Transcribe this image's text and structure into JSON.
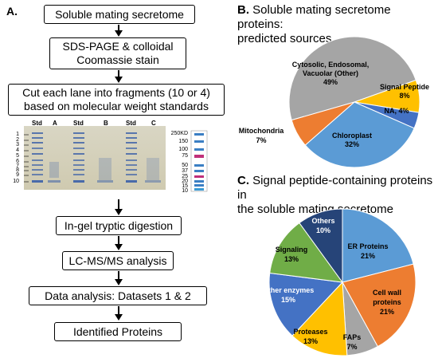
{
  "panelA": {
    "label": "A.",
    "steps": [
      "Soluble mating secretome",
      "SDS-PAGE & colloidal",
      "Coomassie stain",
      "Cut each lane into fragments (10 or 4)",
      "based on molecular weight standards",
      "In-gel tryptic digestion",
      "LC-MS/MS analysis",
      "Data analysis: Datasets 1 & 2",
      "Identified Proteins"
    ],
    "gel": {
      "lanes": [
        "Std",
        "A",
        "Std",
        "B",
        "Std",
        "C"
      ],
      "fragments": [
        "1",
        "2",
        "3",
        "4",
        "5",
        "6",
        "7",
        "8",
        "9",
        "10"
      ],
      "markers": [
        "250KD",
        "150",
        "100",
        "75",
        "50",
        "37",
        "25",
        "20",
        "15",
        "10"
      ]
    }
  },
  "panelB": {
    "label": "B.",
    "title_line1": "Soluble mating secretome proteins:",
    "title_line2": "predicted sources",
    "chart_data": {
      "type": "pie",
      "slices": [
        {
          "label": "Cytosolic, Endosomal, Vacuolar (Other)",
          "value": 49,
          "color": "#a5a5a5"
        },
        {
          "label": "Signal Peptide",
          "value": 8,
          "color": "#ffc000"
        },
        {
          "label": "NA",
          "value": 4,
          "color": "#4472c4"
        },
        {
          "label": "Chloroplast",
          "value": 32,
          "color": "#5b9bd5"
        },
        {
          "label": "Mitochondria",
          "value": 7,
          "color": "#ed7d31"
        }
      ],
      "text": {
        "other_l1": "Cytosolic, Endosomal,",
        "other_l2": "Vacuolar (Other)",
        "other_pct": "49%",
        "sp_l1": "Signal Peptide",
        "sp_pct": "8%",
        "na": "NA, 4%",
        "chl_l1": "Chloroplast",
        "chl_pct": "32%",
        "mito_l1": "Mitochondria",
        "mito_pct": "7%"
      }
    }
  },
  "panelC": {
    "label": "C.",
    "title_line1": "Signal peptide-containing proteins in",
    "title_line2": "the soluble mating secretome",
    "chart_data": {
      "type": "pie",
      "slices": [
        {
          "label": "ER Proteins",
          "value": 21,
          "color": "#5b9bd5"
        },
        {
          "label": "Cell wall proteins",
          "value": 21,
          "color": "#ed7d31"
        },
        {
          "label": "FAPs",
          "value": 7,
          "color": "#a5a5a5"
        },
        {
          "label": "Proteases",
          "value": 13,
          "color": "#ffc000"
        },
        {
          "label": "Other enzymes",
          "value": 15,
          "color": "#4472c4"
        },
        {
          "label": "Signaling",
          "value": 13,
          "color": "#70ad47"
        },
        {
          "label": "Others",
          "value": 10,
          "color": "#264478"
        }
      ],
      "text": {
        "er_l1": "ER Proteins",
        "er_pct": "21%",
        "cw_l1": "Cell wall",
        "cw_l2": "proteins",
        "cw_pct": "21%",
        "faps_l1": "FAPs",
        "faps_pct": "7%",
        "prot_l1": "Proteases",
        "prot_pct": "13%",
        "oe_l1": "Other enzymes",
        "oe_pct": "15%",
        "sig_l1": "Signaling",
        "sig_pct": "13%",
        "oth_l1": "Others",
        "oth_pct": "10%"
      }
    }
  }
}
